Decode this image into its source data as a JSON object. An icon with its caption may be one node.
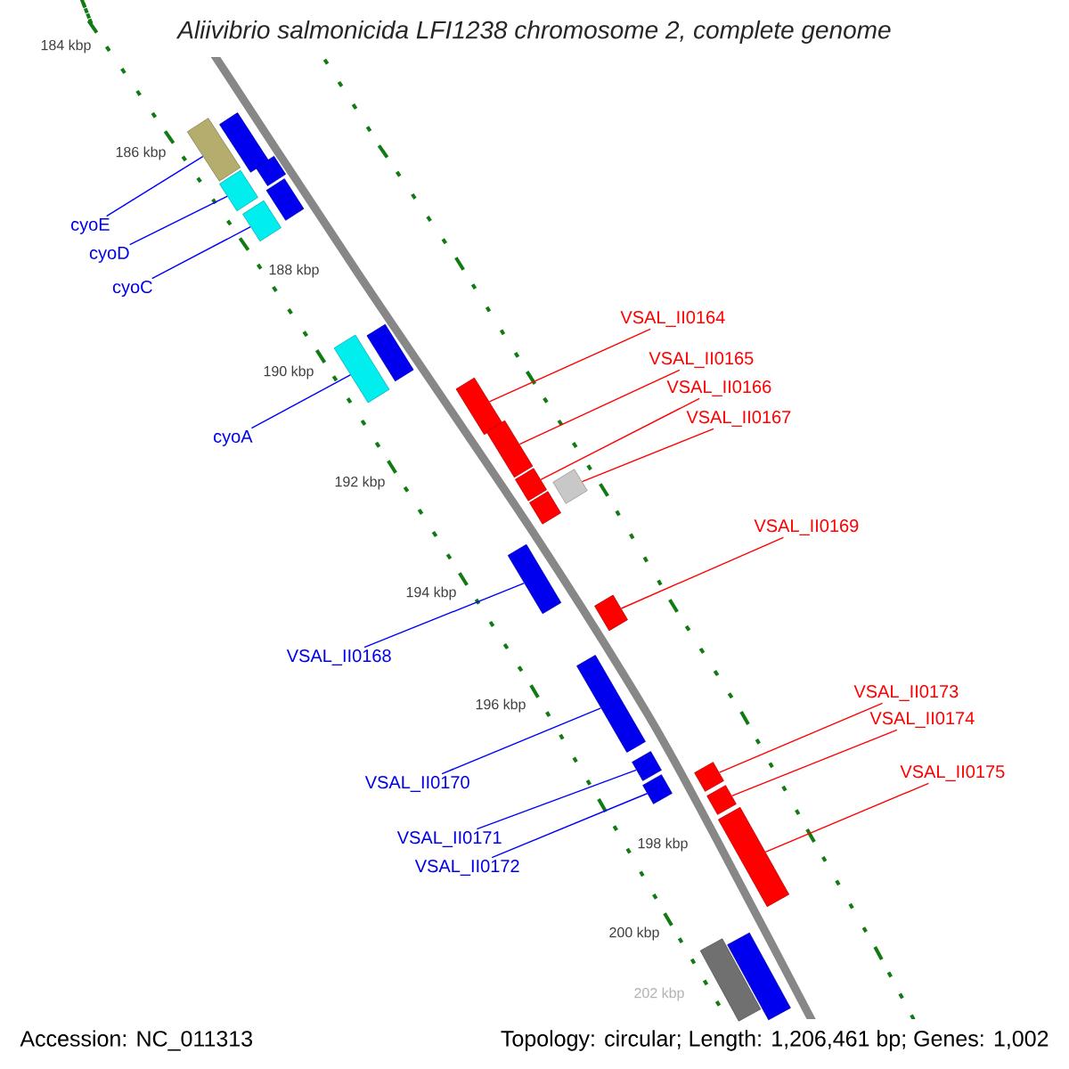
{
  "diagram": {
    "title": "Aliivibrio salmonicida LFI1238 chromosome 2, complete genome",
    "nodes": [
      {
        "text": [
          "cyoE"
        ]
      },
      {
        "text": [
          "cyoD"
        ]
      },
      {
        "text": [
          "cyoC"
        ]
      },
      {
        "text": [
          "VSAL_II0164"
        ]
      },
      {
        "text": [
          "VSAL_II0165"
        ]
      },
      {
        "text": [
          "VSAL_II0166"
        ]
      },
      {
        "text": [
          "VSAL_II0167"
        ]
      },
      {
        "text": [
          "cyoA"
        ]
      },
      {
        "text": [
          "VSAL_II0169"
        ]
      },
      {
        "text": [
          "VSAL_II0168"
        ]
      },
      {
        "text": [
          "VSAL_II0173"
        ]
      },
      {
        "text": [
          "VSAL_II0174"
        ]
      },
      {
        "text": [
          "VSAL_II0175"
        ]
      },
      {
        "text": [
          "VSAL_II0170"
        ]
      },
      {
        "text": [
          "VSAL_II0171"
        ]
      },
      {
        "text": [
          "VSAL_II0172"
        ]
      },
      {
        "text": [],
        "shape": "bar"
      },
      {
        "text": [],
        "shape": "bar"
      },
      {
        "text": [],
        "shape": "bar"
      },
      {
        "text": [],
        "shape": "bar"
      },
      {
        "text": [],
        "shape": "bar"
      },
      {
        "text": [],
        "shape": "bar"
      },
      {
        "text": [],
        "shape": "bar"
      },
      {
        "text": [],
        "shape": "bar"
      },
      {
        "text": [],
        "shape": "bar"
      },
      {
        "text": [],
        "shape": "bar"
      },
      {
        "text": [],
        "shape": "bar"
      },
      {
        "text": [],
        "shape": "bar"
      },
      {
        "text": [],
        "shape": "bar"
      },
      {
        "text": [],
        "shape": "bar"
      },
      {
        "text": [],
        "shape": "bar"
      },
      {
        "text": [],
        "shape": "bar"
      },
      {
        "text": [],
        "shape": "bar"
      },
      {
        "text": [],
        "shape": "bar"
      },
      {
        "text": [],
        "shape": "bar"
      },
      {
        "text": [],
        "shape": "bar"
      },
      {
        "text": [],
        "shape": "bar"
      },
      {
        "text": [],
        "shape": "bar"
      },
      {
        "text": [],
        "shape": "bar"
      }
    ],
    "edges": [
      {
        "from": 0,
        "to": 17,
        "arrow": "none",
        "color": "#0000ff"
      },
      {
        "from": 1,
        "to": 19,
        "arrow": "none",
        "color": "#0000ff"
      },
      {
        "from": 2,
        "to": 21,
        "arrow": "none",
        "color": "#0000ff"
      },
      {
        "from": 3,
        "to": 24,
        "arrow": "none",
        "color": "#ff0000"
      },
      {
        "from": 4,
        "to": 25,
        "arrow": "none",
        "color": "#ff0000"
      },
      {
        "from": 5,
        "to": 26,
        "arrow": "none",
        "color": "#ff0000"
      },
      {
        "from": 6,
        "to": 27,
        "arrow": "none",
        "color": "#ff0000"
      },
      {
        "from": 7,
        "to": 23,
        "arrow": "none",
        "color": "#0000ff"
      },
      {
        "from": 8,
        "to": 30,
        "arrow": "none",
        "color": "#ff0000"
      },
      {
        "from": 9,
        "to": 29,
        "arrow": "none",
        "color": "#0000ff"
      },
      {
        "from": 10,
        "to": 34,
        "arrow": "none",
        "color": "#ff0000"
      },
      {
        "from": 11,
        "to": 35,
        "arrow": "none",
        "color": "#ff0000"
      },
      {
        "from": 12,
        "to": 36,
        "arrow": "none",
        "color": "#ff0000"
      },
      {
        "from": 13,
        "to": 31,
        "arrow": "none",
        "color": "#0000ff"
      },
      {
        "from": 14,
        "to": 32,
        "arrow": "none",
        "color": "#0000ff"
      },
      {
        "from": 15,
        "to": 33,
        "arrow": "none",
        "color": "#0000ff"
      }
    ],
    "labels": [
      "184 kbp",
      "186 kbp",
      "188 kbp",
      "190 kbp",
      "192 kbp",
      "194 kbp",
      "196 kbp",
      "198 kbp",
      "200 kbp",
      "202 kbp",
      "Accession: NC_011313",
      "Topology: circular; Length: 1,206,461 bp; Genes: 1,002"
    ]
  }
}
